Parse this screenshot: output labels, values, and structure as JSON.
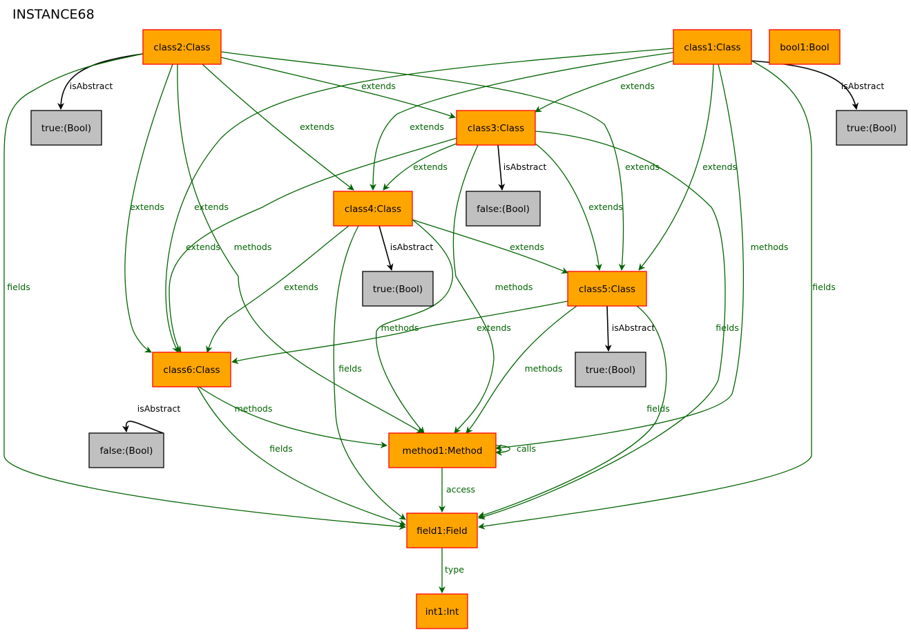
{
  "title": "INSTANCE68",
  "colors": {
    "object_fill": "#ffa500",
    "object_stroke": "#ff0000",
    "value_fill": "#c0c0c0",
    "value_stroke": "#000000",
    "green_edge": "#006400",
    "black_edge": "#000000"
  },
  "nodes": [
    {
      "id": "class2",
      "label": "class2:Class",
      "kind": "object"
    },
    {
      "id": "class1",
      "label": "class1:Class",
      "kind": "object"
    },
    {
      "id": "bool1",
      "label": "bool1:Bool",
      "kind": "object"
    },
    {
      "id": "true_c2",
      "label": "true:(Bool)",
      "kind": "value"
    },
    {
      "id": "true_c1",
      "label": "true:(Bool)",
      "kind": "value"
    },
    {
      "id": "class3",
      "label": "class3:Class",
      "kind": "object"
    },
    {
      "id": "false_c3",
      "label": "false:(Bool)",
      "kind": "value"
    },
    {
      "id": "class4",
      "label": "class4:Class",
      "kind": "object"
    },
    {
      "id": "true_c4",
      "label": "true:(Bool)",
      "kind": "value"
    },
    {
      "id": "class5",
      "label": "class5:Class",
      "kind": "object"
    },
    {
      "id": "true_c5",
      "label": "true:(Bool)",
      "kind": "value"
    },
    {
      "id": "class6",
      "label": "class6:Class",
      "kind": "object"
    },
    {
      "id": "false_c6",
      "label": "false:(Bool)",
      "kind": "value"
    },
    {
      "id": "method1",
      "label": "method1:Method",
      "kind": "object"
    },
    {
      "id": "field1",
      "label": "field1:Field",
      "kind": "object"
    },
    {
      "id": "int1",
      "label": "int1:Int",
      "kind": "object"
    }
  ],
  "edges": [
    {
      "from": "class2",
      "to": "true_c2",
      "label": "isAbstract",
      "color": "black"
    },
    {
      "from": "class1",
      "to": "true_c1",
      "label": "isAbstract",
      "color": "black"
    },
    {
      "from": "class3",
      "to": "false_c3",
      "label": "isAbstract",
      "color": "black"
    },
    {
      "from": "class4",
      "to": "true_c4",
      "label": "isAbstract",
      "color": "black"
    },
    {
      "from": "class5",
      "to": "true_c5",
      "label": "isAbstract",
      "color": "black"
    },
    {
      "from": "class6",
      "to": "false_c6",
      "label": "isAbstract",
      "color": "black"
    },
    {
      "from": "class2",
      "to": "class3",
      "label": "extends",
      "color": "green"
    },
    {
      "from": "class1",
      "to": "class3",
      "label": "extends",
      "color": "green"
    },
    {
      "from": "class2",
      "to": "class4",
      "label": "extends",
      "color": "green"
    },
    {
      "from": "class1",
      "to": "class4",
      "label": "extends",
      "color": "green"
    },
    {
      "from": "class3",
      "to": "class4",
      "label": "extends",
      "color": "green"
    },
    {
      "from": "class2",
      "to": "class5",
      "label": "extends",
      "color": "green"
    },
    {
      "from": "class1",
      "to": "class5",
      "label": "extends",
      "color": "green"
    },
    {
      "from": "class3",
      "to": "class5",
      "label": "extends",
      "color": "green"
    },
    {
      "from": "class4",
      "to": "class5",
      "label": "extends",
      "color": "green"
    },
    {
      "from": "class2",
      "to": "class6",
      "label": "extends",
      "color": "green"
    },
    {
      "from": "class1",
      "to": "class6",
      "label": "extends",
      "color": "green"
    },
    {
      "from": "class3",
      "to": "class6",
      "label": "extends",
      "color": "green"
    },
    {
      "from": "class4",
      "to": "class6",
      "label": "extends",
      "color": "green"
    },
    {
      "from": "class5",
      "to": "class6",
      "label": "extends",
      "color": "green"
    },
    {
      "from": "class2",
      "to": "method1",
      "label": "methods",
      "color": "green"
    },
    {
      "from": "class1",
      "to": "method1",
      "label": "methods",
      "color": "green"
    },
    {
      "from": "class3",
      "to": "method1",
      "label": "methods",
      "color": "green"
    },
    {
      "from": "class4",
      "to": "method1",
      "label": "methods",
      "color": "green"
    },
    {
      "from": "class5",
      "to": "method1",
      "label": "methods",
      "color": "green"
    },
    {
      "from": "class6",
      "to": "method1",
      "label": "methods",
      "color": "green"
    },
    {
      "from": "method1",
      "to": "method1",
      "label": "calls",
      "color": "green"
    },
    {
      "from": "class2",
      "to": "field1",
      "label": "fields",
      "color": "green"
    },
    {
      "from": "class1",
      "to": "field1",
      "label": "fields",
      "color": "green"
    },
    {
      "from": "class3",
      "to": "field1",
      "label": "fields",
      "color": "green"
    },
    {
      "from": "class4",
      "to": "field1",
      "label": "fields",
      "color": "green"
    },
    {
      "from": "class5",
      "to": "field1",
      "label": "fields",
      "color": "green"
    },
    {
      "from": "class6",
      "to": "field1",
      "label": "fields",
      "color": "green"
    },
    {
      "from": "method1",
      "to": "field1",
      "label": "access",
      "color": "green"
    },
    {
      "from": "field1",
      "to": "int1",
      "label": "type",
      "color": "green"
    }
  ]
}
